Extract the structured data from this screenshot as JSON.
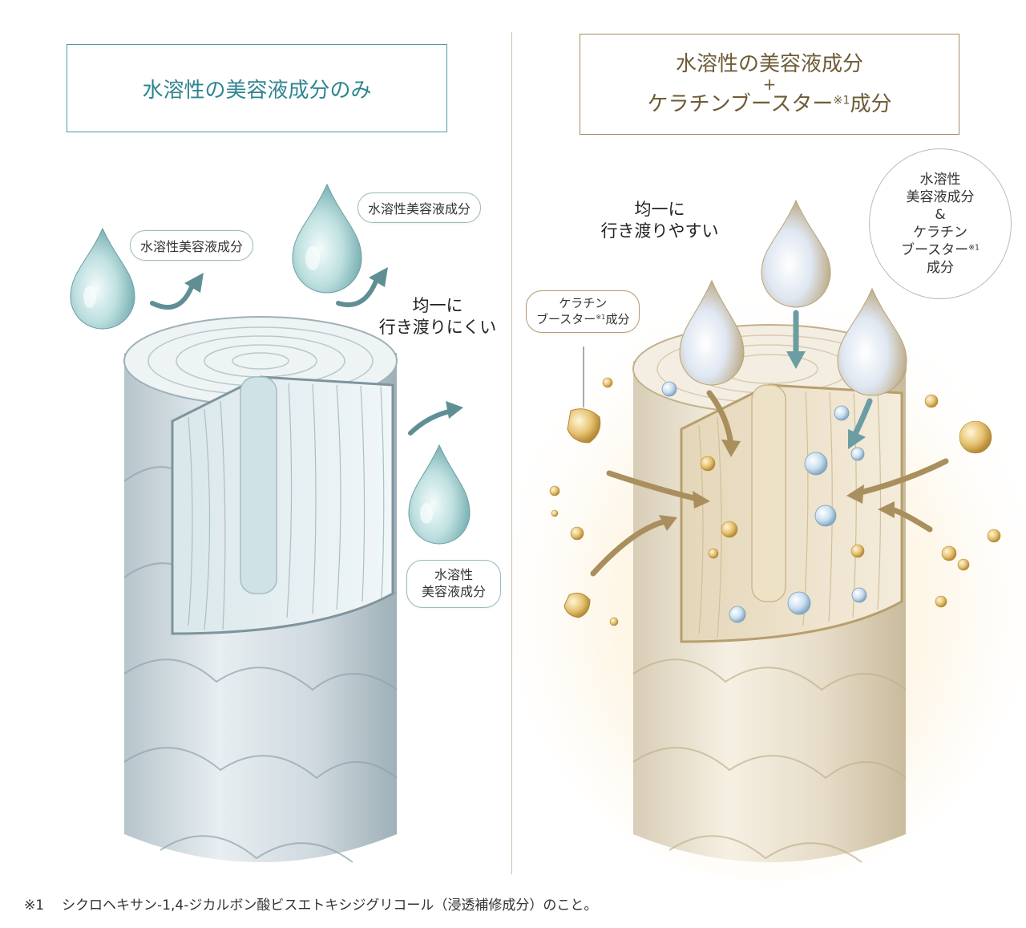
{
  "left": {
    "title": "水溶性の美容液成分のみ",
    "labels": {
      "drop1": "水溶性美容液成分",
      "drop2": "水溶性美容液成分",
      "drop3_line1": "水溶性",
      "drop3_line2": "美容液成分"
    },
    "caption_line1": "均一に",
    "caption_line2": "行き渡りにくい"
  },
  "right": {
    "title_line1": "水溶性の美容液成分",
    "title_plus": "+",
    "title_line2": "ケラチンブースター",
    "title_sup": "※1",
    "title_line2_end": "成分",
    "caption_line1": "均一に",
    "caption_line2": "行き渡りやすい",
    "keratin_label_line1": "ケラチン",
    "keratin_label_line2": "ブースター",
    "keratin_label_sup": "※1",
    "keratin_label_end": "成分",
    "circle": {
      "line1": "水溶性",
      "line2": "美容液成分",
      "amp": "&",
      "line3": "ケラチン",
      "line4": "ブースター",
      "line4_sup": "※1",
      "line5": "成分"
    }
  },
  "footnote": {
    "mark": "※1",
    "text": "シクロヘキサン-1,4-ジカルボン酸ビスエトキシジグリコール（浸透補修成分）のこと。"
  },
  "colors": {
    "teal": "#4f9aa0",
    "teal_text": "#2f8590",
    "gold": "#a28b63",
    "gold_text": "#6e5b36"
  }
}
